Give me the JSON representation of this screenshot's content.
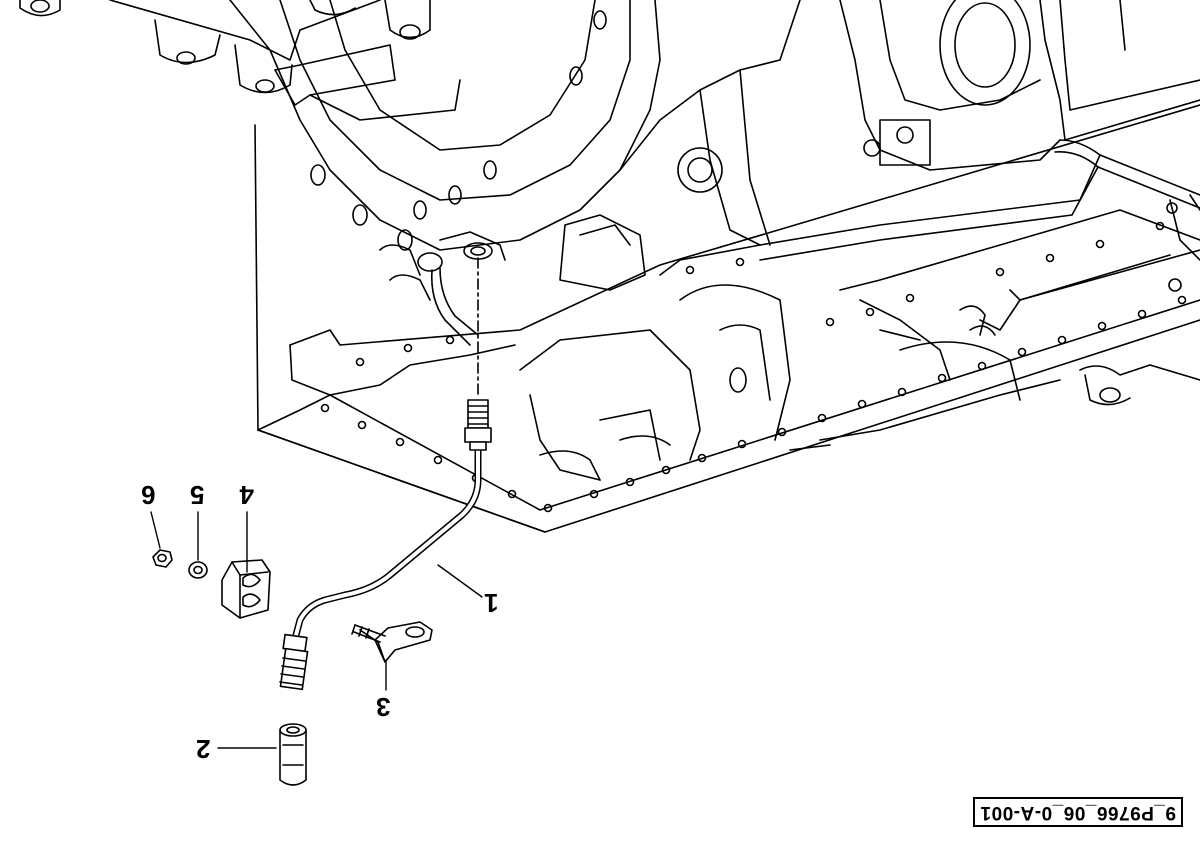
{
  "diagram": {
    "callouts": [
      {
        "id": "part-1",
        "label": "1"
      },
      {
        "id": "part-2",
        "label": "2"
      },
      {
        "id": "part-3",
        "label": "3"
      },
      {
        "id": "part-4",
        "label": "4"
      },
      {
        "id": "part-5",
        "label": "5"
      },
      {
        "id": "part-6",
        "label": "6"
      }
    ],
    "figure_reference": "9_P9766_06_0-A-001",
    "colors": {
      "line": "#000000",
      "background": "#ffffff",
      "fill_light": "#f2f2f2"
    }
  }
}
